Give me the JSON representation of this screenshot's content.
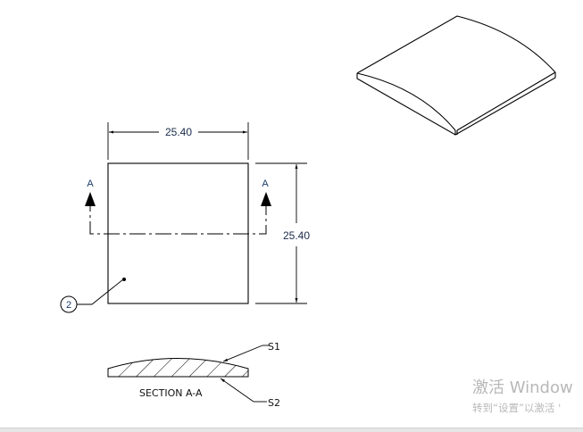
{
  "drawing": {
    "top_view": {
      "width_dimension": "25.40",
      "height_dimension": "25.40",
      "section_marker_left": "A",
      "section_marker_right": "A",
      "balloon_number": "2"
    },
    "section_view": {
      "title": "SECTION A-A",
      "callouts": [
        "S1",
        "S2"
      ]
    },
    "isometric_view": {
      "description": "Curved-top square plate"
    }
  },
  "colors": {
    "line": "#000000",
    "dimension_text": "#1a2a4a",
    "watermark": "#b8b8b8"
  },
  "watermark": {
    "title": "激活 Window",
    "subtitle": "转到“设置”以激活 '"
  }
}
